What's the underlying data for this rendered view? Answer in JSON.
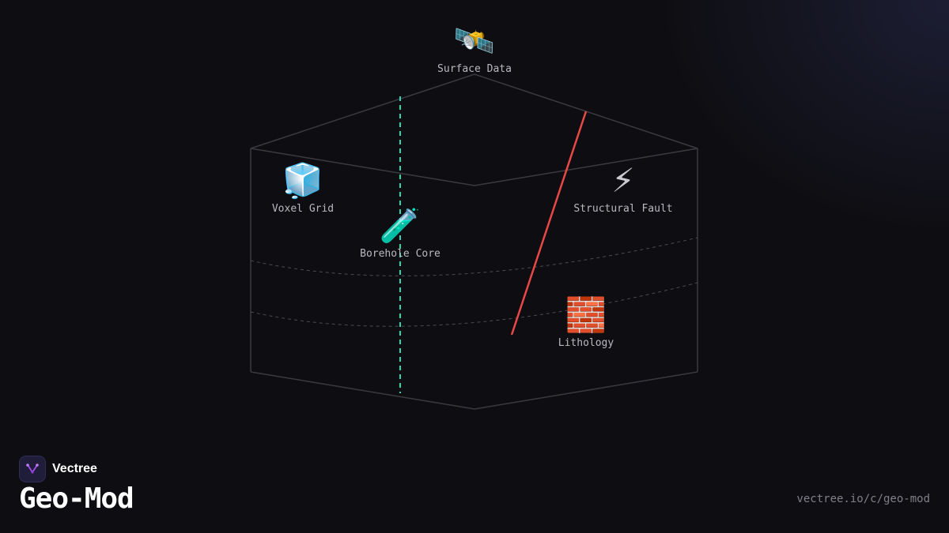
{
  "diagram": {
    "nodes": [
      {
        "id": "surface",
        "label": "Surface Data",
        "emoji": "🛰️",
        "icon_name": "satellite-icon"
      },
      {
        "id": "voxel",
        "label": "Voxel Grid",
        "emoji": "🧊",
        "icon_name": "ice-cube-icon"
      },
      {
        "id": "borehole",
        "label": "Borehole Core",
        "emoji": "🧪",
        "icon_name": "test-tube-icon"
      },
      {
        "id": "fault",
        "label": "Structural Fault",
        "emoji": "⚡",
        "icon_name": "lightning-icon"
      },
      {
        "id": "lithology",
        "label": "Lithology",
        "emoji": "🧱",
        "icon_name": "brick-icon"
      }
    ],
    "colors": {
      "block_edge": "#3a3a40",
      "strata_line": "#4a4a52",
      "borehole_line": "#2ed6b3",
      "fault_line": "#e84848"
    }
  },
  "brand": {
    "name": "Vectree",
    "title": "Geo-Mod",
    "url": "vectree.io/c/geo-mod",
    "accent": "#a64df0"
  }
}
